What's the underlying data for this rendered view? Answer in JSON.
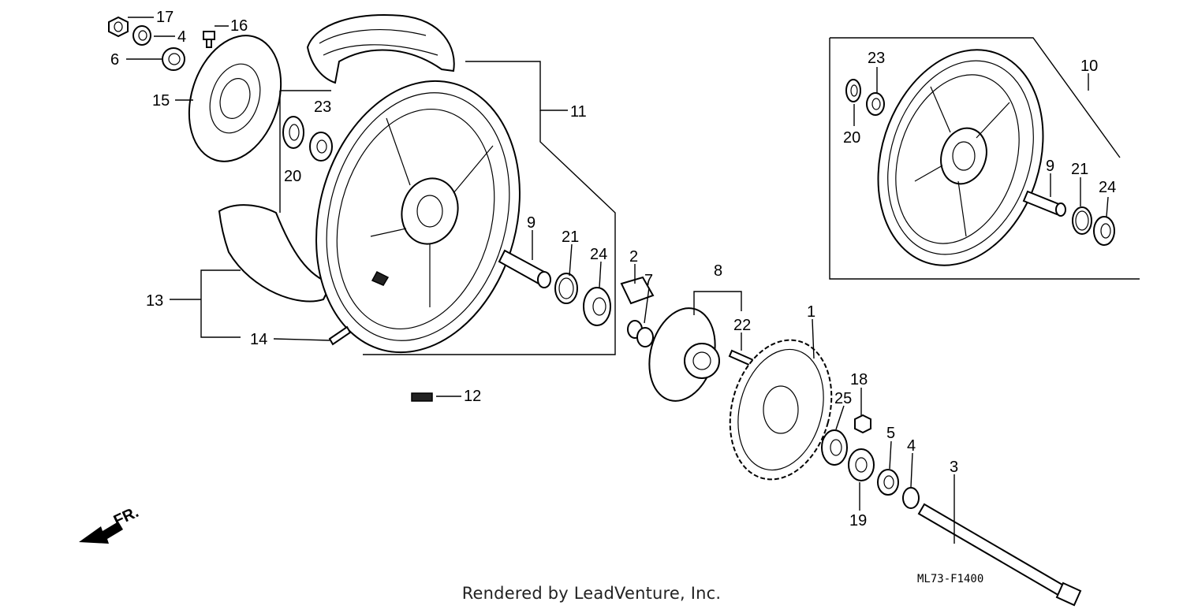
{
  "callouts": {
    "c1": "1",
    "c2": "2",
    "c3": "3",
    "c4a": "4",
    "c4b": "4",
    "c5": "5",
    "c6": "6",
    "c7": "7",
    "c8": "8",
    "c9a": "9",
    "c9b": "9",
    "c10": "10",
    "c11": "11",
    "c12": "12",
    "c13": "13",
    "c14": "14",
    "c15": "15",
    "c16": "16",
    "c17": "17",
    "c18": "18",
    "c19": "19",
    "c20a": "20",
    "c20b": "20",
    "c21a": "21",
    "c21b": "21",
    "c22": "22",
    "c23a": "23",
    "c23b": "23",
    "c24a": "24",
    "c24b": "24",
    "c25": "25"
  },
  "direction_label": "FR.",
  "diagram_code": "ML73-F1400",
  "footer": "Rendered by LeadVenture, Inc."
}
